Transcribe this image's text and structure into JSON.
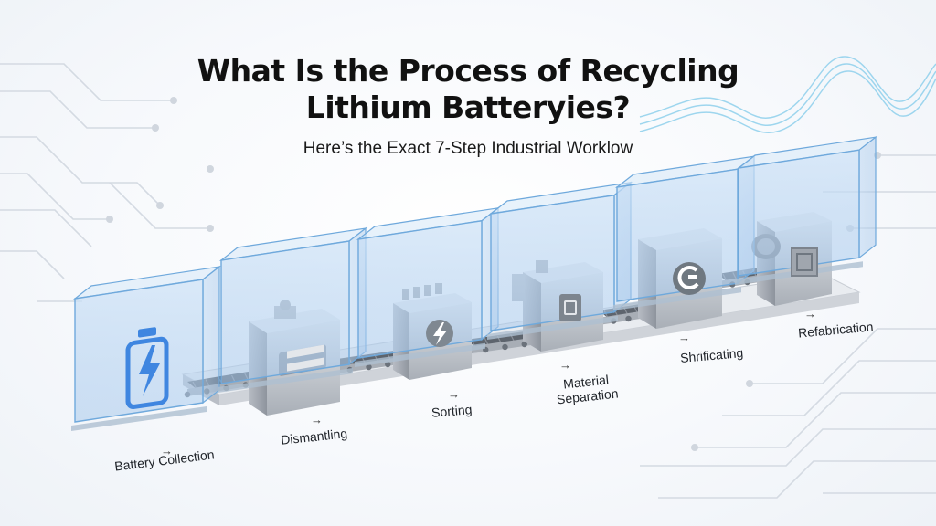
{
  "title": {
    "line1": "What Is the Process of Recycling",
    "line2": "Lithium Batteryies?"
  },
  "subtitle": "Here’s the Exact 7-Step Industrial Worklow",
  "steps": [
    {
      "lines": [
        "Battery Collection"
      ],
      "icon": "battery-bolt-icon"
    },
    {
      "lines": [
        "Dismantling"
      ],
      "icon": "dismantling-machine-icon"
    },
    {
      "lines": [
        "Sorting"
      ],
      "icon": "lightning-bolt-icon"
    },
    {
      "lines": [
        "Material",
        "Separation"
      ],
      "icon": "battery-cell-icon"
    },
    {
      "lines": [
        "Shrificating"
      ],
      "icon": "shredder-gear-icon"
    },
    {
      "lines": [
        "Refabrication"
      ],
      "icon": "roller-press-icon"
    }
  ],
  "arrow_glyph": "→",
  "colors": {
    "glass": "#b9d6f1",
    "glass_edge": "#6fa9dc",
    "machine": "#c3c8cf",
    "accent_blue": "#3f86e0",
    "wave": "#8fd0ec"
  }
}
